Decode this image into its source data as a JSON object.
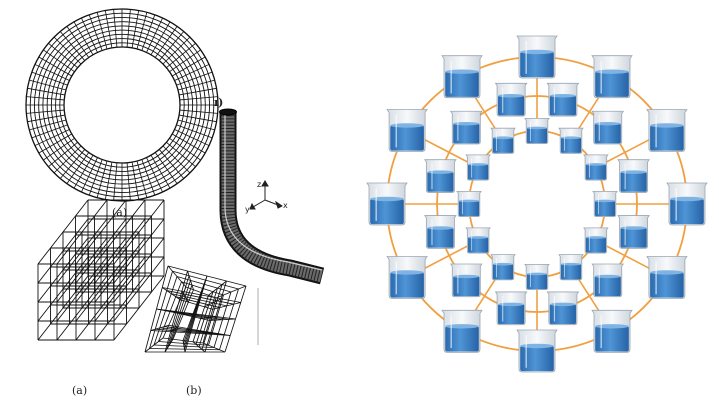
{
  "annulus_panel": {
    "caption": "(a)",
    "radial_lines": 72,
    "circles": 10
  },
  "pipe_panel": {
    "corner_label": "ı)",
    "axes": {
      "z": "z",
      "y": "y",
      "x": "x"
    }
  },
  "mesh_panels": {
    "left_caption": "(a)",
    "right_caption": "(b)"
  },
  "beaker_rings": {
    "ring_color": "#f0a040",
    "liquid_color": "#3f84c8",
    "rings": [
      {
        "name": "outer",
        "beakers": 12
      },
      {
        "name": "middle",
        "beakers": 12
      },
      {
        "name": "inner",
        "beakers": 12
      }
    ]
  }
}
